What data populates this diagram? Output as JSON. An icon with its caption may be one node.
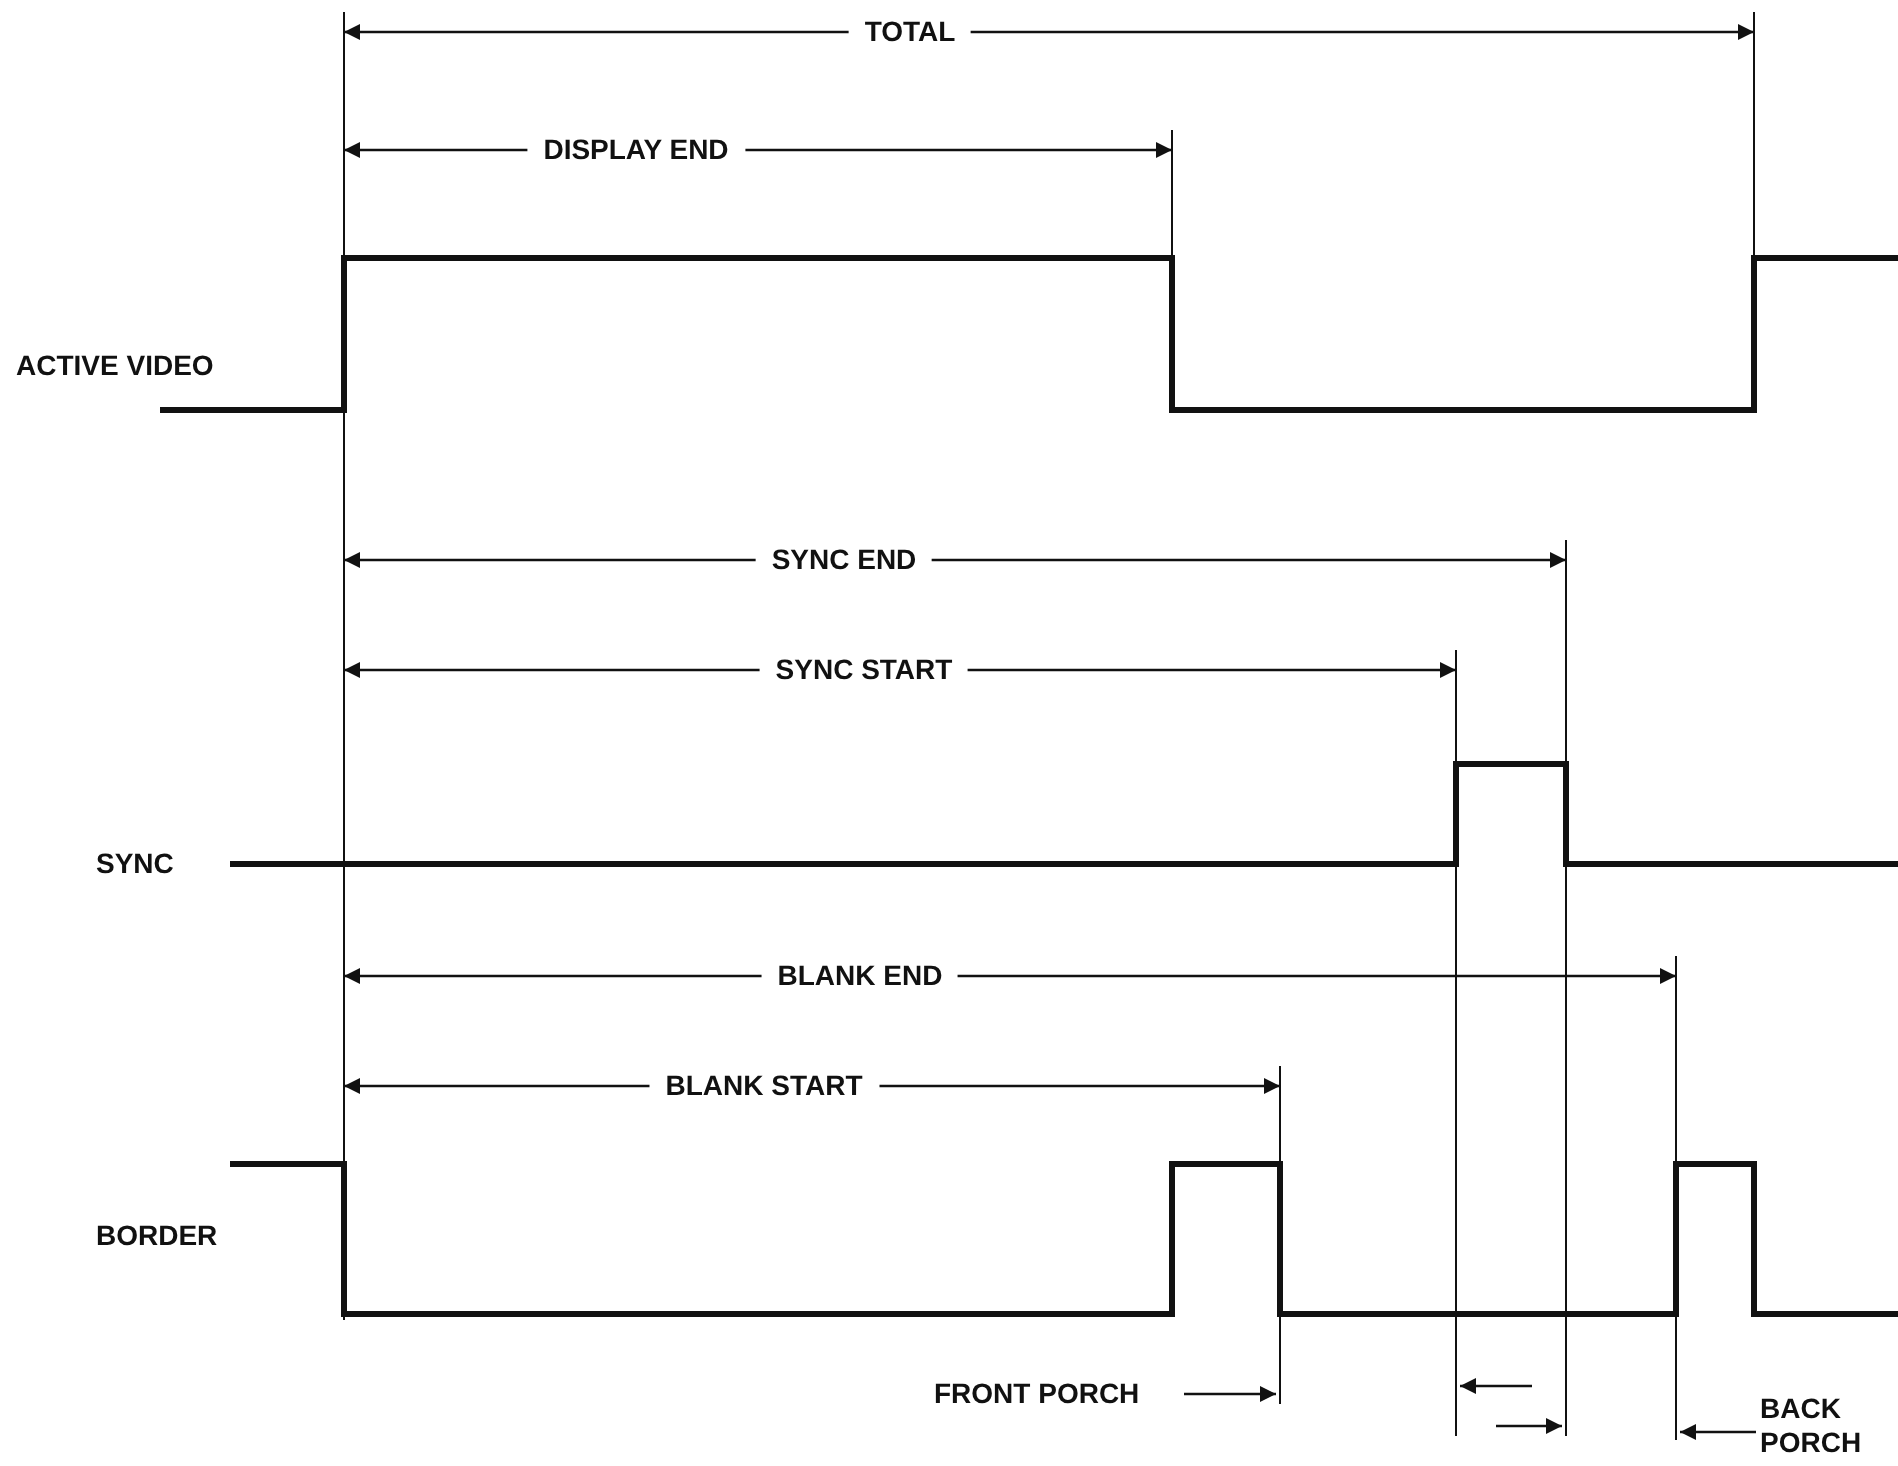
{
  "diagram": {
    "labels": [
      "TOTAL",
      "DISPLAY END",
      "ACTIVE VIDEO",
      "SYNC END",
      "SYNC START",
      "SYNC",
      "BLANK END",
      "BLANK START",
      "BORDER",
      "FRONT PORCH",
      "BACK PORCH"
    ]
  }
}
